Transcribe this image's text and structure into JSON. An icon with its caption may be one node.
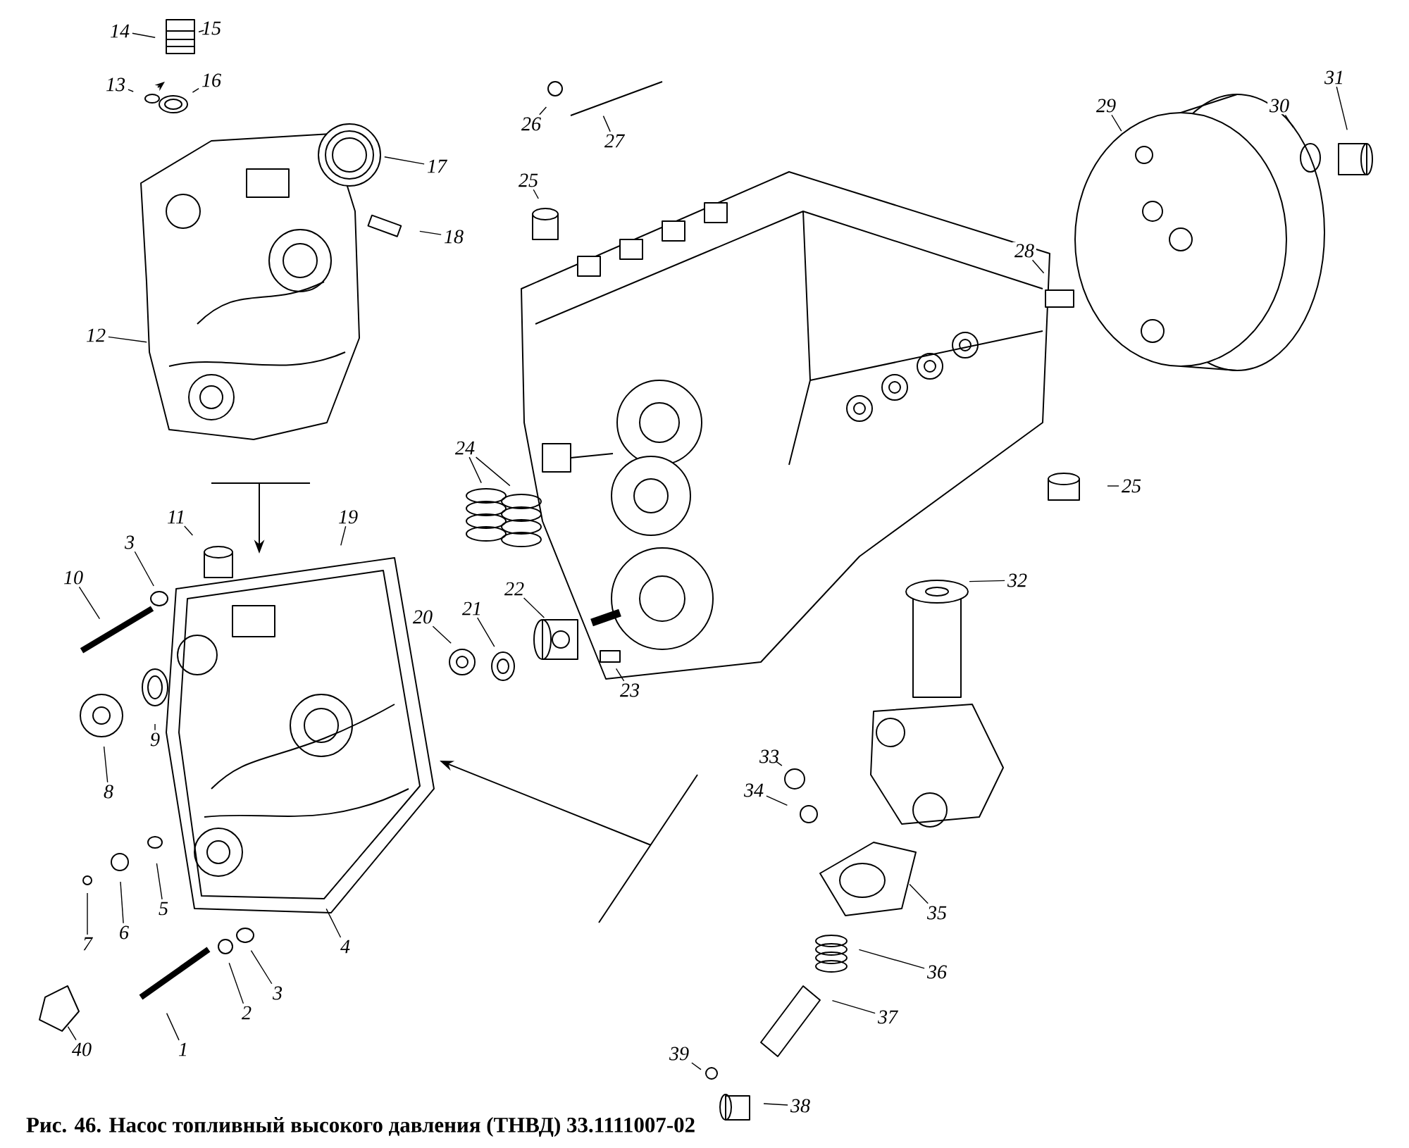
{
  "diagram": {
    "caption": "Рис. 46. Насос топливный высокого давления (ТНВД) 33.1111007-02",
    "nodes": [
      {
        "text": [
          "14"
        ]
      },
      {
        "text": [
          "15"
        ]
      },
      {
        "text": [
          "13"
        ]
      },
      {
        "text": [
          "16"
        ]
      },
      {
        "text": [
          "17"
        ]
      },
      {
        "text": [
          "18"
        ]
      },
      {
        "text": [
          "12"
        ]
      },
      {
        "text": [
          "26"
        ]
      },
      {
        "text": [
          "27"
        ]
      },
      {
        "text": [
          "25"
        ]
      },
      {
        "text": [
          "29"
        ]
      },
      {
        "text": [
          "30"
        ]
      },
      {
        "text": [
          "31"
        ]
      },
      {
        "text": [
          "28"
        ]
      },
      {
        "text": [
          "24"
        ]
      },
      {
        "text": [
          "25"
        ]
      },
      {
        "text": [
          "11"
        ]
      },
      {
        "text": [
          "19"
        ]
      },
      {
        "text": [
          "3"
        ]
      },
      {
        "text": [
          "10"
        ]
      },
      {
        "text": [
          "32"
        ]
      },
      {
        "text": [
          "22"
        ]
      },
      {
        "text": [
          "21"
        ]
      },
      {
        "text": [
          "20"
        ]
      },
      {
        "text": [
          "23"
        ]
      },
      {
        "text": [
          "9"
        ]
      },
      {
        "text": [
          "8"
        ]
      },
      {
        "text": [
          "33"
        ]
      },
      {
        "text": [
          "34"
        ]
      },
      {
        "text": [
          "5"
        ]
      },
      {
        "text": [
          "6"
        ]
      },
      {
        "text": [
          "7"
        ]
      },
      {
        "text": [
          "4"
        ]
      },
      {
        "text": [
          "35"
        ]
      },
      {
        "text": [
          "36"
        ]
      },
      {
        "text": [
          "2"
        ]
      },
      {
        "text": [
          "3"
        ]
      },
      {
        "text": [
          "37"
        ]
      },
      {
        "text": [
          "1"
        ]
      },
      {
        "text": [
          "40"
        ]
      },
      {
        "text": [
          "39"
        ]
      },
      {
        "text": [
          "38"
        ]
      }
    ],
    "edges": [
      {
        "from": 0,
        "to": null,
        "arrow": "none"
      },
      {
        "from": 1,
        "to": null,
        "arrow": "none"
      },
      {
        "from": 2,
        "to": null,
        "arrow": "none"
      },
      {
        "from": 3,
        "to": null,
        "arrow": "none"
      },
      {
        "from": 4,
        "to": null,
        "arrow": "none"
      },
      {
        "from": 5,
        "to": null,
        "arrow": "none"
      },
      {
        "from": 6,
        "to": null,
        "arrow": "none"
      },
      {
        "from": 7,
        "to": null,
        "arrow": "none"
      },
      {
        "from": 8,
        "to": null,
        "arrow": "none"
      },
      {
        "from": 9,
        "to": null,
        "arrow": "none"
      },
      {
        "from": 10,
        "to": null,
        "arrow": "none"
      },
      {
        "from": 11,
        "to": null,
        "arrow": "none"
      },
      {
        "from": 12,
        "to": null,
        "arrow": "none"
      },
      {
        "from": 13,
        "to": null,
        "arrow": "none"
      },
      {
        "from": 14,
        "to": null,
        "arrow": "none"
      },
      {
        "from": 14,
        "to": null,
        "arrow": "none"
      },
      {
        "from": 15,
        "to": null,
        "arrow": "none"
      },
      {
        "from": 16,
        "to": null,
        "arrow": "none"
      },
      {
        "from": 17,
        "to": null,
        "arrow": "none"
      },
      {
        "from": 18,
        "to": null,
        "arrow": "none"
      },
      {
        "from": 19,
        "to": null,
        "arrow": "none"
      },
      {
        "from": 20,
        "to": null,
        "arrow": "none"
      },
      {
        "from": 21,
        "to": null,
        "arrow": "none"
      },
      {
        "from": 22,
        "to": null,
        "arrow": "none"
      },
      {
        "from": 23,
        "to": null,
        "arrow": "none"
      },
      {
        "from": 24,
        "to": null,
        "arrow": "none"
      },
      {
        "from": 25,
        "to": null,
        "arrow": "none"
      },
      {
        "from": 26,
        "to": null,
        "arrow": "none"
      },
      {
        "from": 27,
        "to": null,
        "arrow": "none"
      },
      {
        "from": 28,
        "to": null,
        "arrow": "none"
      },
      {
        "from": 29,
        "to": null,
        "arrow": "none"
      },
      {
        "from": 30,
        "to": null,
        "arrow": "none"
      },
      {
        "from": 31,
        "to": null,
        "arrow": "none"
      },
      {
        "from": 32,
        "to": null,
        "arrow": "none"
      },
      {
        "from": 33,
        "to": null,
        "arrow": "none"
      },
      {
        "from": 34,
        "to": null,
        "arrow": "none"
      },
      {
        "from": 35,
        "to": null,
        "arrow": "none"
      },
      {
        "from": 36,
        "to": null,
        "arrow": "none"
      },
      {
        "from": 37,
        "to": null,
        "arrow": "none"
      },
      {
        "from": 38,
        "to": null,
        "arrow": "none"
      },
      {
        "from": 39,
        "to": null,
        "arrow": "none"
      },
      {
        "from": 40,
        "to": null,
        "arrow": "none"
      },
      {
        "from": 41,
        "to": null,
        "arrow": "none"
      }
    ]
  }
}
